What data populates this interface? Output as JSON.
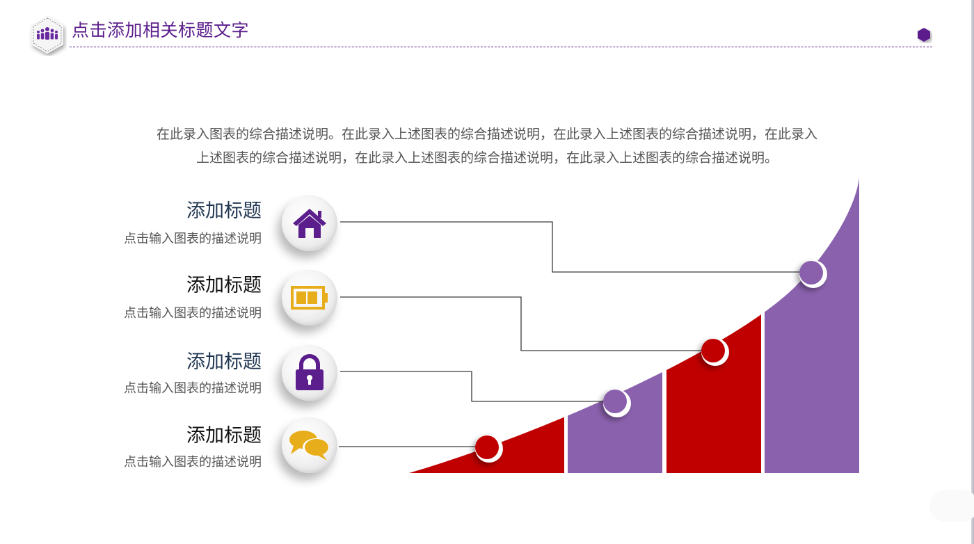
{
  "header": {
    "title": "点击添加相关标题文字",
    "logo_icon": "team-people-icon",
    "corner_icon": "hexagon-icon"
  },
  "description": {
    "line1": "在此录入图表的综合描述说明。在此录入上述图表的综合描述说明，在此录入上述图表的综合描述说明，在此录入",
    "line2": "上述图表的综合描述说明，在此录入上述图表的综合描述说明，在此录入上述图表的综合描述说明。"
  },
  "items": [
    {
      "title": "添加标题",
      "desc": "点击输入图表的描述说明",
      "icon": "home-icon",
      "icon_color": "#5b1e8c",
      "title_color": "#1f3550"
    },
    {
      "title": "添加标题",
      "desc": "点击输入图表的描述说明",
      "icon": "battery-icon",
      "icon_color": "#e8ad1a",
      "title_color": "#111111"
    },
    {
      "title": "添加标题",
      "desc": "点击输入图表的描述说明",
      "icon": "lock-icon",
      "icon_color": "#5b1e8c",
      "title_color": "#1f3550"
    },
    {
      "title": "添加标题",
      "desc": "点击输入图表的描述说明",
      "icon": "chat-bubbles-icon",
      "icon_color": "#e8ad1a",
      "title_color": "#111111"
    }
  ],
  "colors": {
    "purple_dark": "#5b1e8c",
    "purple_bar": "#8a61ad",
    "red_bar": "#c00000",
    "gold": "#e8ad1a",
    "text_gray": "#555555"
  },
  "chart_data": {
    "type": "area",
    "title": "",
    "xlabel": "",
    "ylabel": "",
    "description": "Exponential growth curve split into 5 alternating red/purple segments with 4 marker points linked to the 4 items",
    "segments": [
      {
        "index": 1,
        "color": "#c00000"
      },
      {
        "index": 2,
        "color": "#8a61ad"
      },
      {
        "index": 3,
        "color": "#c00000"
      },
      {
        "index": 4,
        "color": "#c00000"
      },
      {
        "index": 5,
        "color": "#8a61ad"
      }
    ],
    "markers": [
      {
        "item": 4,
        "color": "#c00000"
      },
      {
        "item": 3,
        "color": "#8a61ad"
      },
      {
        "item": 2,
        "color": "#c00000"
      },
      {
        "item": 1,
        "color": "#8a61ad"
      }
    ]
  }
}
